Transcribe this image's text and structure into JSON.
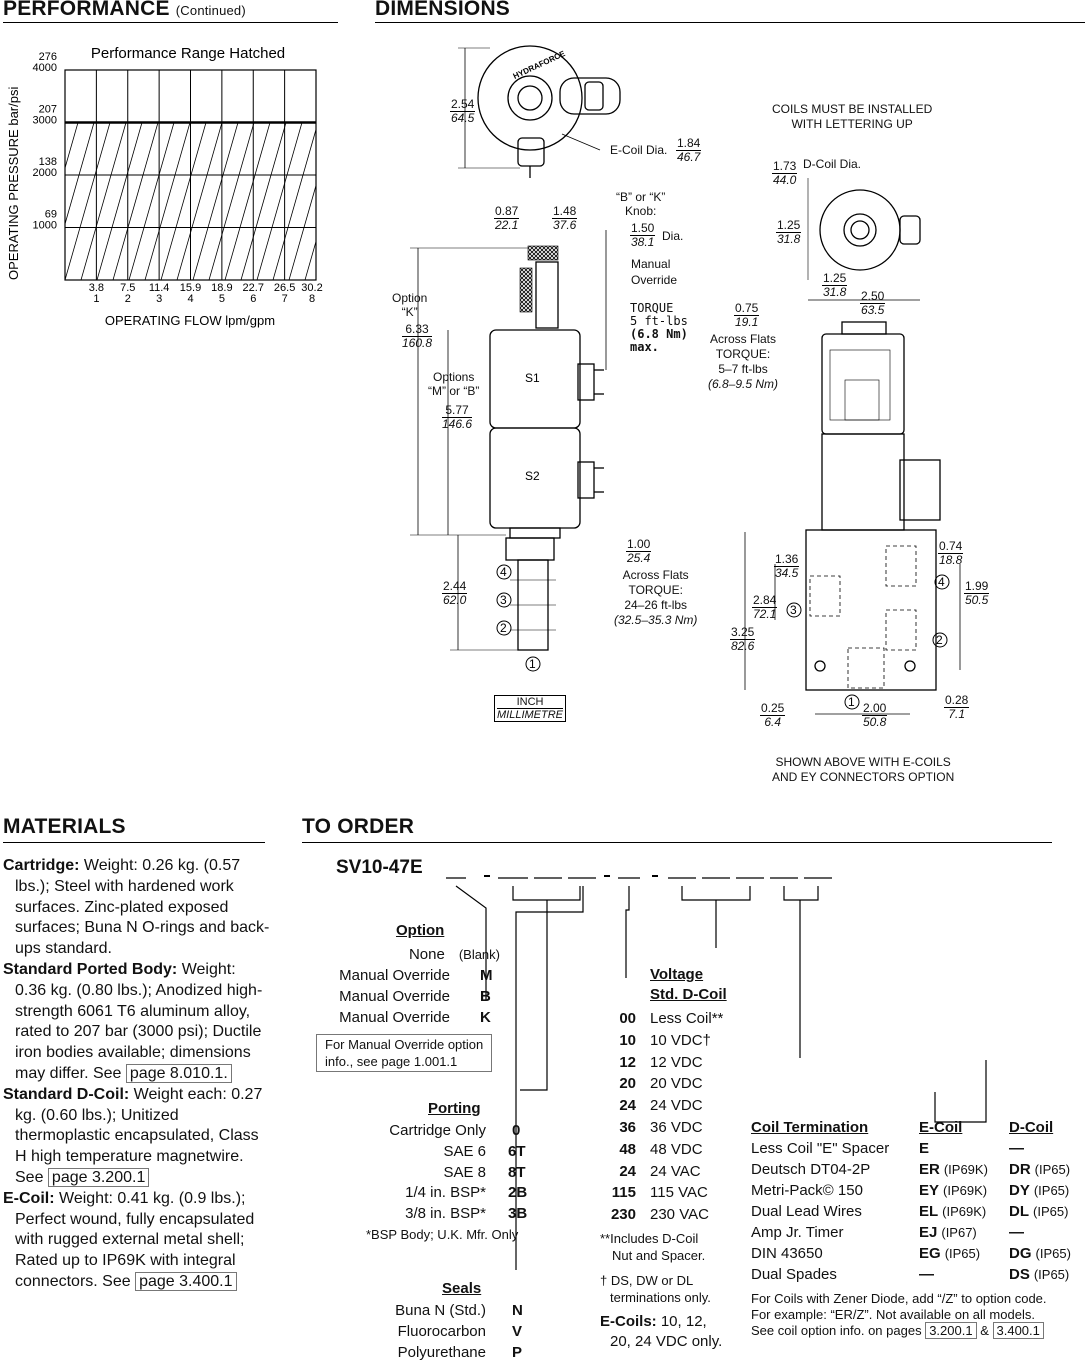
{
  "performance": {
    "header": "PERFORMANCE",
    "header_note": "(Continued)",
    "chart_data": {
      "type": "area",
      "title": "Performance Range Hatched",
      "ylabel": "OPERATING PRESSURE bar/psi",
      "xlabel": "OPERATING FLOW lpm/gpm",
      "x_ticks_lpm": [
        "3.8",
        "7.5",
        "11.4",
        "15.9",
        "18.9",
        "22.7",
        "26.5",
        "30.2"
      ],
      "x_ticks_gpm": [
        "1",
        "2",
        "3",
        "4",
        "5",
        "6",
        "7",
        "8"
      ],
      "y_ticks_bar": [
        "69",
        "138",
        "207",
        "276"
      ],
      "y_ticks_psi": [
        "1000",
        "2000",
        "3000",
        "4000"
      ],
      "xlim": [
        0,
        8
      ],
      "ylim": [
        0,
        4000
      ],
      "hatched_region": {
        "x": [
          0,
          8
        ],
        "y": [
          0,
          3000
        ]
      },
      "grid": true
    }
  },
  "dimensions": {
    "header": "DIMENSIONS",
    "coil_note": [
      "COILS MUST BE INSTALLED",
      "WITH LETTERING UP"
    ],
    "shown_note": [
      "SHOWN ABOVE WITH E-COILS",
      "AND EY CONNECTORS OPTION"
    ],
    "unit_key": {
      "inch": "INCH",
      "mm": "MILLIMETRE"
    },
    "logo_text": "HYDRAFORCE",
    "coil_labels": [
      "S1",
      "S2"
    ],
    "port_numbers": [
      "1",
      "2",
      "3",
      "4"
    ],
    "ecoil_dia": {
      "label": "E-Coil Dia.",
      "in": "1.84",
      "mm": "46.7"
    },
    "top_height": {
      "in": "2.54",
      "mm": "64.5"
    },
    "w087": {
      "in": "0.87",
      "mm": "22.1"
    },
    "w148": {
      "in": "1.48",
      "mm": "37.6"
    },
    "knob": {
      "label": [
        "“B” or “K”",
        "Knob:"
      ],
      "in": "1.50",
      "mm": "38.1",
      "suffix": "Dia."
    },
    "manual_override": [
      "Manual",
      "Override"
    ],
    "torque_top": [
      "TORQUE",
      "5 ft-lbs",
      "(6.8 Nm)",
      "max."
    ],
    "option_k": {
      "label": [
        "Option",
        "“K”"
      ],
      "in": "6.33",
      "mm": "160.8"
    },
    "options_mb": {
      "label": [
        "Options",
        "“M” or “B”"
      ],
      "in": "5.77",
      "mm": "146.6"
    },
    "flats_100": {
      "in": "1.00",
      "mm": "25.4",
      "label": [
        "Across Flats",
        "TORQUE:",
        "24–26 ft-lbs"
      ],
      "nm": "(32.5–35.3 Nm)"
    },
    "h244": {
      "in": "2.44",
      "mm": "62.0"
    },
    "dcoil_dia": {
      "label": "D-Coil Dia.",
      "in": "1.73",
      "mm": "44.0"
    },
    "dcoil_125v": {
      "in": "1.25",
      "mm": "31.8"
    },
    "dcoil_125h": {
      "in": "1.25",
      "mm": "31.8"
    },
    "dcoil_250": {
      "in": "2.50",
      "mm": "63.5"
    },
    "flats_075": {
      "in": "0.75",
      "mm": "19.1",
      "label": [
        "Across Flats",
        "TORQUE:",
        "5–7 ft-lbs"
      ],
      "nm": "(6.8–9.5 Nm)"
    },
    "body": {
      "d136": {
        "in": "1.36",
        "mm": "34.5"
      },
      "d284": {
        "in": "2.84",
        "mm": "72.1"
      },
      "d325": {
        "in": "3.25",
        "mm": "82.6"
      },
      "d074": {
        "in": "0.74",
        "mm": "18.8"
      },
      "d199": {
        "in": "1.99",
        "mm": "50.5"
      },
      "d025": {
        "in": "0.25",
        "mm": "6.4"
      },
      "d200": {
        "in": "2.00",
        "mm": "50.8"
      },
      "d028": {
        "in": "0.28",
        "mm": "7.1"
      }
    }
  },
  "materials": {
    "header": "MATERIALS",
    "items": [
      {
        "title": "Cartridge:",
        "text": "Weight: 0.26 kg. (0.57 lbs.); Steel with hardened work surfaces. Zinc-plated exposed surfaces; Buna N O-rings and back-ups standard.",
        "link": ""
      },
      {
        "title": "Standard Ported Body:",
        "text": "Weight: 0.36 kg. (0.80 lbs.); Anodized high-strength 6061 T6 aluminum alloy, rated to 207 bar (3000 psi); Ductile iron bodies available; dimensions may differ. See",
        "link": "page 8.010.1."
      },
      {
        "title": "Standard D-Coil:",
        "text": "Weight each: 0.27 kg. (0.60 lbs.); Unitized thermoplastic encapsulated, Class H high temperature magnetwire. See",
        "link": "page 3.200.1"
      },
      {
        "title": "E-Coil:",
        "text": "Weight: 0.41 kg. (0.9 lbs.); Perfect wound, fully encapsulated with rugged external metal shell; Rated up to IP69K with integral connectors. See",
        "link": "page 3.400.1"
      }
    ]
  },
  "order": {
    "header": "TO ORDER",
    "model": "SV10-47E",
    "option": {
      "title": "Option",
      "rows": [
        [
          "None",
          "(Blank)"
        ],
        [
          "Manual Override",
          "M"
        ],
        [
          "Manual Override",
          "B"
        ],
        [
          "Manual Override",
          "K"
        ]
      ],
      "note": [
        "For Manual Override option",
        "info., see page 1.001.1"
      ]
    },
    "porting": {
      "title": "Porting",
      "rows": [
        [
          "Cartridge Only",
          "0"
        ],
        [
          "SAE 6",
          "6T"
        ],
        [
          "SAE 8",
          "8T"
        ],
        [
          "1/4 in. BSP*",
          "2B"
        ],
        [
          "3/8 in. BSP*",
          "3B"
        ]
      ],
      "note": "*BSP Body; U.K. Mfr. Only"
    },
    "seals": {
      "title": "Seals",
      "rows": [
        [
          "Buna N (Std.)",
          "N"
        ],
        [
          "Fluorocarbon",
          "V"
        ],
        [
          "Polyurethane",
          "P"
        ]
      ]
    },
    "voltage": {
      "title": "Voltage",
      "subtitle": "Std. D-Coil",
      "rows": [
        [
          "00",
          "Less Coil**"
        ],
        [
          "10",
          "10 VDC†"
        ],
        [
          "12",
          "12 VDC"
        ],
        [
          "20",
          "20 VDC"
        ],
        [
          "24",
          "24 VDC"
        ],
        [
          "36",
          "36 VDC"
        ],
        [
          "48",
          "48 VDC"
        ],
        [
          "24",
          "24 VAC"
        ],
        [
          "115",
          "115 VAC"
        ],
        [
          "230",
          "230 VAC"
        ]
      ],
      "note1": [
        "**Includes D-Coil",
        "Nut and Spacer."
      ],
      "note2": [
        "† DS, DW or DL",
        "terminations only."
      ],
      "ecoils_label": "E-Coils:",
      "ecoils_text": [
        "10, 12,",
        "20, 24 VDC only."
      ]
    },
    "coil_term": {
      "title": "Coil Termination",
      "col_e": "E-Coil",
      "col_d": "D-Coil",
      "rows": [
        [
          "Less Coil \"E\" Spacer",
          "E",
          "",
          "—",
          ""
        ],
        [
          "Deutsch DT04-2P",
          "ER",
          "(IP69K)",
          "DR",
          "(IP65)"
        ],
        [
          "Metri-Pack© 150",
          "EY",
          "(IP69K)",
          "DY",
          "(IP65)"
        ],
        [
          "Dual Lead Wires",
          "EL",
          "(IP69K)",
          "DL",
          "(IP65)"
        ],
        [
          "Amp Jr. Timer",
          "EJ",
          "(IP67)",
          "—",
          ""
        ],
        [
          "DIN 43650",
          "EG",
          "(IP65)",
          "DG",
          "(IP65)"
        ],
        [
          "Dual Spades",
          "—",
          "",
          "DS",
          "(IP65)"
        ]
      ],
      "note": [
        "For Coils with Zener Diode, add “/Z” to option code.",
        "For example: “ER/Z”. Not available on all models.",
        "See coil option info. on pages"
      ],
      "note_links": [
        "3.200.1",
        "&",
        "3.400.1"
      ]
    }
  }
}
